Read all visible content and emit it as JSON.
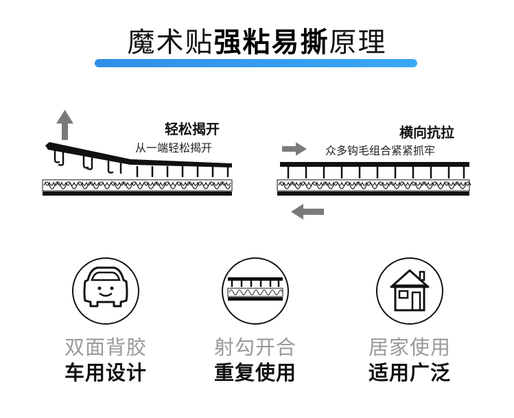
{
  "title": {
    "part1": "魔术贴",
    "part2": "强粘易撕",
    "part3": "原理"
  },
  "left_panel": {
    "heading": "轻松揭开",
    "subheading": "从一端轻松揭开"
  },
  "right_panel": {
    "heading": "横向抗拉",
    "subheading": "众多钩毛组合紧紧抓牢"
  },
  "features": [
    {
      "icon": "car-icon",
      "line1": "双面背胶",
      "line2": "车用设计"
    },
    {
      "icon": "hook-loop-icon",
      "line1": "射勾开合",
      "line2": "重复使用"
    },
    {
      "icon": "house-icon",
      "line1": "居家使用",
      "line2": "适用广泛"
    }
  ],
  "colors": {
    "accent": "#2f8fe6",
    "arrow": "#7a7a7a",
    "caption_gray": "#9a9a9a"
  }
}
